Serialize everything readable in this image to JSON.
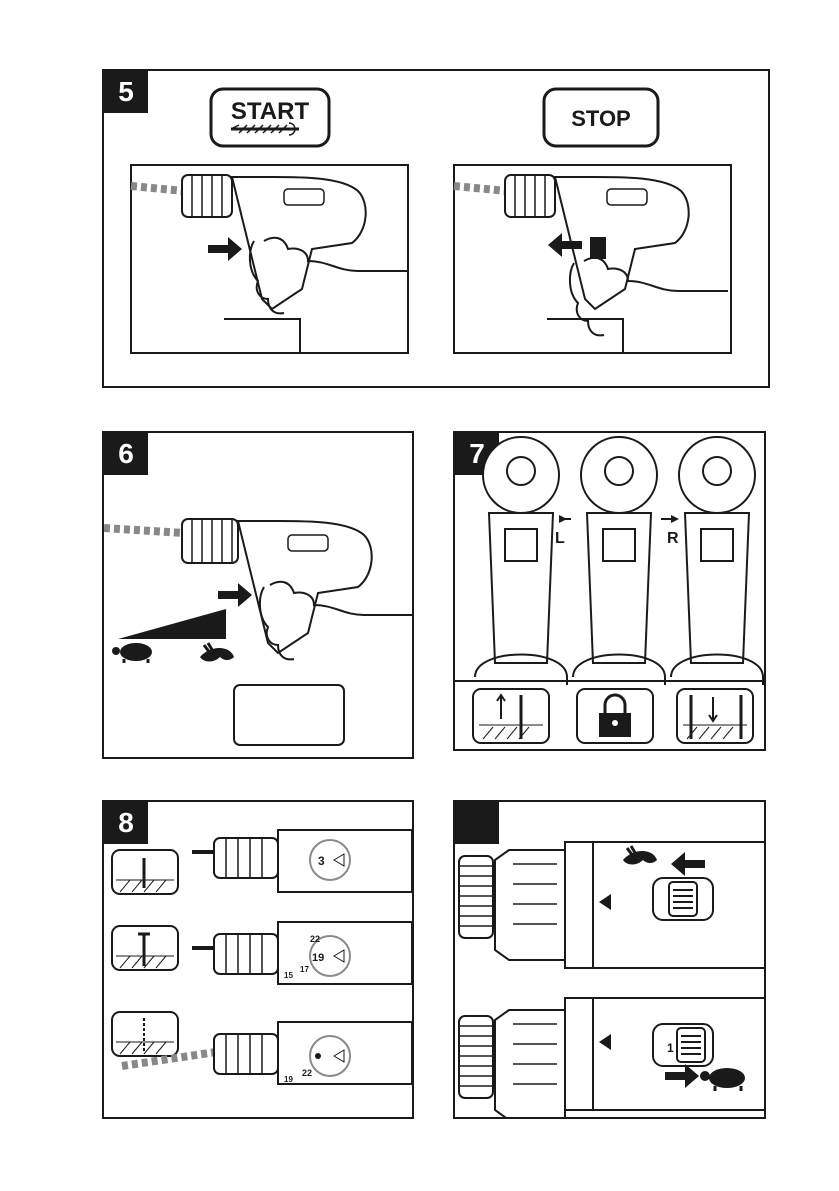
{
  "panels": {
    "p5": {
      "number": "5",
      "start_label": "START",
      "stop_label": "STOP"
    },
    "p6": {
      "number": "6"
    },
    "p7": {
      "number": "7",
      "left_label": "L",
      "right_label": "R"
    },
    "p8": {
      "number": "8",
      "setting_top": "3",
      "setting_mid": "19",
      "setting_mid_small": "22",
      "setting_mid_left": "17",
      "setting_mid_far": "15",
      "setting_bottom_a": "22",
      "setting_bottom_b": "19"
    },
    "p9": {
      "number": "",
      "gear_low": "1"
    }
  },
  "colors": {
    "ink": "#1a1a1a",
    "paper": "#ffffff",
    "grey": "#8a8a8a"
  }
}
